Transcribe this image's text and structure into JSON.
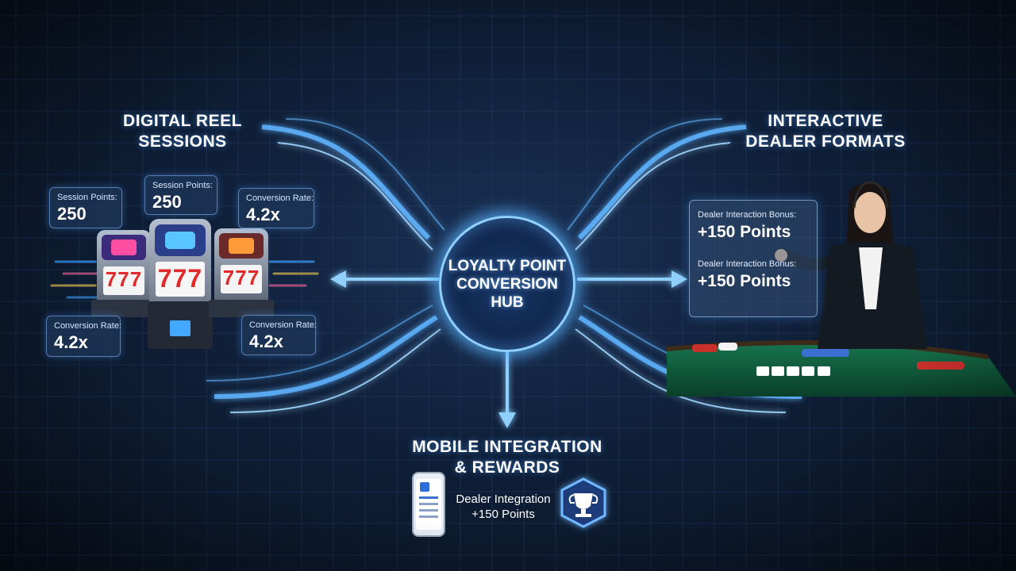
{
  "hub": {
    "title": "LOYALTY POINT CONVERSION HUB"
  },
  "left_section": {
    "heading": "DIGITAL REEL SESSIONS",
    "stats": [
      {
        "label": "Session Points:",
        "value": "250"
      },
      {
        "label": "Session Points:",
        "value": "250"
      },
      {
        "label": "Conversion Rate:",
        "value": "4.2x"
      },
      {
        "label": "Conversion Rate:",
        "value": "4.2x"
      },
      {
        "label": "Conversion Rate:",
        "value": "4.2x"
      }
    ],
    "slot_symbol": "7"
  },
  "right_section": {
    "heading": "INTERACTIVE DEALER FORMATS",
    "bonuses": [
      {
        "label": "Dealer Interaction Bonus:",
        "value": "+150 Points"
      },
      {
        "label": "Dealer Interaction Bonus:",
        "value": "+150 Points"
      }
    ]
  },
  "bottom_section": {
    "heading": "MOBILE INTEGRATION & REWARDS",
    "reward_label": "Dealer Integration",
    "reward_value": "+150 Points",
    "icons": [
      "phone-icon",
      "trophy-icon"
    ]
  },
  "colors": {
    "background": "#0b1526",
    "glow": "#5fb4ff",
    "table_felt": "#0f5a3c",
    "text": "#ffffff"
  }
}
